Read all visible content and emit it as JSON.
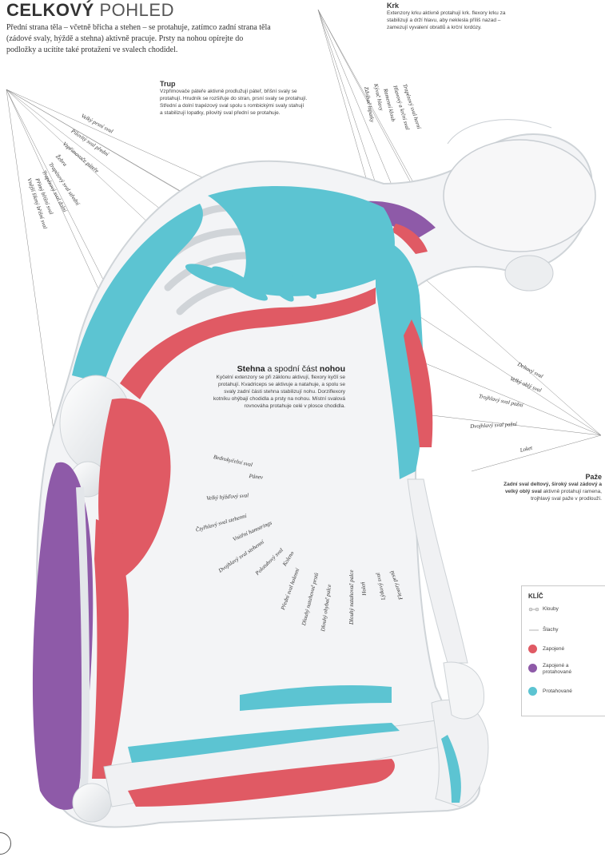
{
  "header": {
    "title_bold": "CELKOVÝ",
    "title_light": "POHLED",
    "intro": "Přední strana těla – včetně břicha a stehen – se protahuje, zatímco zadní strana těla (zádové svaly, hýždě a stehna) aktivně pracuje. Prsty na nohou opírejte do podložky a ucítíte také protažení ve svalech chodidel."
  },
  "notes": {
    "krk": {
      "heading": "Krk",
      "body": "Extenzory krku aktivně protahují krk. flexory krku za stabilizují a drží hlavu, aby nekleslа příliš nazad – zamezují vyvalení obratlů a krční lordózy."
    },
    "trup": {
      "heading": "Trup",
      "body": "Vzpřimovače páteře aktivně prodlužují páteř, břišní svaly se protahují. Hrudník se rozšiřuje do stran, prsní svaly se protahují. Střední a dolní trapézový sval spolu s rombickými svaly stahují a stabilizují lopatky, pilovitý sval přední se protahuje."
    },
    "stehna": {
      "heading_bold": "Stehna",
      "heading_rest": " a spodní část ",
      "heading_bold2": "nohou",
      "body": "Kyčelní extenzory se při záklonu aktivují, flexory kyčlí se protahují. Kvadriceps se aktivuje a natahuje, a spolu se svaly zadní části stehna stabilizují nohu. Dorziflexory kotníku ohýbají chodidla a prsty na nohou. Místní svalová rovnováha protahuje celé v plosce chodidla."
    },
    "paze": {
      "heading": "Paže",
      "body_bold": "Zadní sval deltový, široký sval zádový a velký oblý sval",
      "body": "aktivně protahují ramena, trojhlavý sval paže v prodlouží."
    }
  },
  "labels": {
    "trup": [
      "Velký prsní sval",
      "Pilovitý sval přední",
      "Vzpřimovače páteře",
      "Žebra",
      "Trapézový sval střední",
      "Trapézový sval dolní",
      "Přímý břišní sval",
      "Vnější šikmý břišní sval"
    ],
    "krk": [
      "Zdvihač lopatky",
      "Kývač hlavy",
      "Ramenní kloub",
      "Hlavový a krční sval",
      "Trapézový sval horní"
    ],
    "paze": [
      "Deltový sval",
      "Velký oblý sval",
      "Trojhlavý sval pažní",
      "Dvojhlavý sval pažní",
      "Loket"
    ],
    "noha": [
      "Bedrokyčelní sval",
      "Pánev",
      "Velký hýžďový sval",
      "Čtyřhlavý sval stehenní",
      "Vnitřní hamstrings",
      "Dvojhlavý sval stehenní",
      "Polotuhový sval",
      "Koleno",
      "Přední sval holenní",
      "Dlouhý natahovač prstů",
      "Dlouhý ohybač palce",
      "Dlouhý natahovač palce",
      "Holeň",
      "Lýtkový sval",
      "Flexory prstů"
    ]
  },
  "key": {
    "title": "KLÍČ",
    "items": [
      {
        "label": "Klouby"
      },
      {
        "label": "Šlachy"
      },
      {
        "label": "Zapojené"
      },
      {
        "label": "Zapojené a protahované"
      },
      {
        "label": "Protahované"
      }
    ]
  },
  "colors": {
    "engaged": "#e05a64",
    "engaged_stretched": "#8e5aa8",
    "stretched": "#5cc4d2",
    "body_outline": "#cfd4d8",
    "bone": "#e9ebee"
  }
}
